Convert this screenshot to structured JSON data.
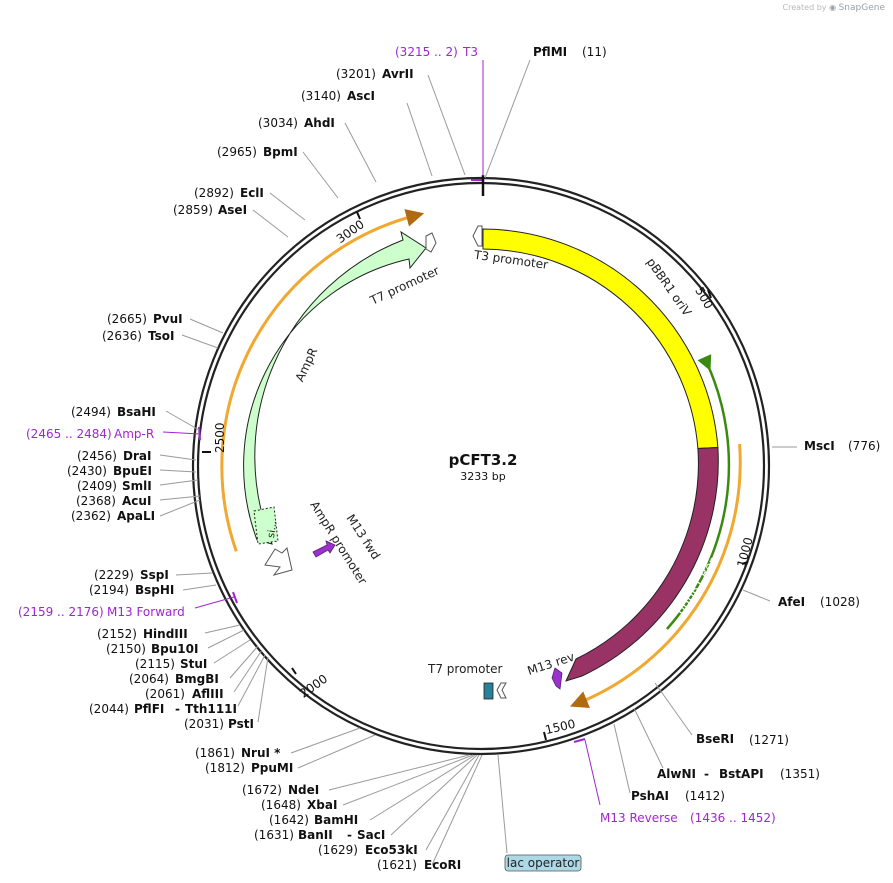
{
  "credit": {
    "prefix": "Created by",
    "brand": "SnapGene",
    "logo_icon": "snapgene-logo-icon"
  },
  "plasmid": {
    "name": "pCFT3.2",
    "length_label": "3233 bp"
  },
  "ticks": [
    {
      "label": "500"
    },
    {
      "label": "1000"
    },
    {
      "label": "1500"
    },
    {
      "label": "2000"
    },
    {
      "label": "2500"
    },
    {
      "label": "3000"
    }
  ],
  "features": [
    {
      "name": "pBBR1 oriV",
      "color": "#ffff00"
    },
    {
      "name": "pBBR1 Rep",
      "color": "#993366"
    },
    {
      "name": "AmpR",
      "color": "#ccffcc"
    },
    {
      "name": "T7 promoter",
      "color": "#ffffff"
    },
    {
      "name": "T3 promoter",
      "color": "#ffffff"
    },
    {
      "name": "AmpR promoter",
      "color": "#ffffff"
    },
    {
      "name": "M13 fwd",
      "color": "#9933cc"
    },
    {
      "name": "M13 rev",
      "color": "#9933cc"
    },
    {
      "name": "T7 promoter",
      "color": "#ffffff"
    },
    {
      "name": "lac operator",
      "color": "#2a7f99"
    },
    {
      "name": "si...",
      "color": "#ccffcc"
    }
  ],
  "primer_colors": {
    "primer": "#a026d0",
    "orf": "#f0a830",
    "orf_inner": "#50a020"
  },
  "sites": [
    {
      "pos": "(11)",
      "name": "PflMI"
    },
    {
      "pos": "(776)",
      "name": "MscI"
    },
    {
      "pos": "(1028)",
      "name": "AfeI"
    },
    {
      "pos": "(1271)",
      "name": "BseRI"
    },
    {
      "pos": "(1351)",
      "name": "AlwNI",
      "name2": "BstAPI"
    },
    {
      "pos": "(1412)",
      "name": "PshAI"
    },
    {
      "pos": "(1621)",
      "name": "EcoRI"
    },
    {
      "pos": "(1629)",
      "name": "Eco53kI"
    },
    {
      "pos": "(1631)",
      "name": "BanII",
      "name2": "SacI"
    },
    {
      "pos": "(1642)",
      "name": "BamHI"
    },
    {
      "pos": "(1648)",
      "name": "XbaI"
    },
    {
      "pos": "(1672)",
      "name": "NdeI"
    },
    {
      "pos": "(1812)",
      "name": "PpuMI"
    },
    {
      "pos": "(1861)",
      "name": "NruI *"
    },
    {
      "pos": "(2031)",
      "name": "PstI"
    },
    {
      "pos": "(2044)",
      "name": "PflFI",
      "name2": "Tth111I"
    },
    {
      "pos": "(2061)",
      "name": "AflIII"
    },
    {
      "pos": "(2064)",
      "name": "BmgBI"
    },
    {
      "pos": "(2115)",
      "name": "StuI"
    },
    {
      "pos": "(2150)",
      "name": "Bpu10I"
    },
    {
      "pos": "(2152)",
      "name": "HindIII"
    },
    {
      "pos": "(2194)",
      "name": "BspHI"
    },
    {
      "pos": "(2229)",
      "name": "SspI"
    },
    {
      "pos": "(2362)",
      "name": "ApaLI"
    },
    {
      "pos": "(2368)",
      "name": "AcuI"
    },
    {
      "pos": "(2409)",
      "name": "SmlI"
    },
    {
      "pos": "(2430)",
      "name": "BpuEI"
    },
    {
      "pos": "(2456)",
      "name": "DraI"
    },
    {
      "pos": "(2494)",
      "name": "BsaHI"
    },
    {
      "pos": "(2636)",
      "name": "TsoI"
    },
    {
      "pos": "(2665)",
      "name": "PvuI"
    },
    {
      "pos": "(2859)",
      "name": "AseI"
    },
    {
      "pos": "(2892)",
      "name": "EclI"
    },
    {
      "pos": "(2965)",
      "name": "BpmI"
    },
    {
      "pos": "(3034)",
      "name": "AhdI"
    },
    {
      "pos": "(3140)",
      "name": "AscI"
    },
    {
      "pos": "(3201)",
      "name": "AvrII"
    }
  ],
  "primers": [
    {
      "pos": "(3215 .. 2)",
      "name": "T3"
    },
    {
      "pos": "(2465 .. 2484)",
      "name": "Amp-R"
    },
    {
      "pos": "(2159 .. 2176)",
      "name": "M13 Forward"
    },
    {
      "pos": "(1436 .. 1452)",
      "name": "M13 Reverse"
    }
  ]
}
